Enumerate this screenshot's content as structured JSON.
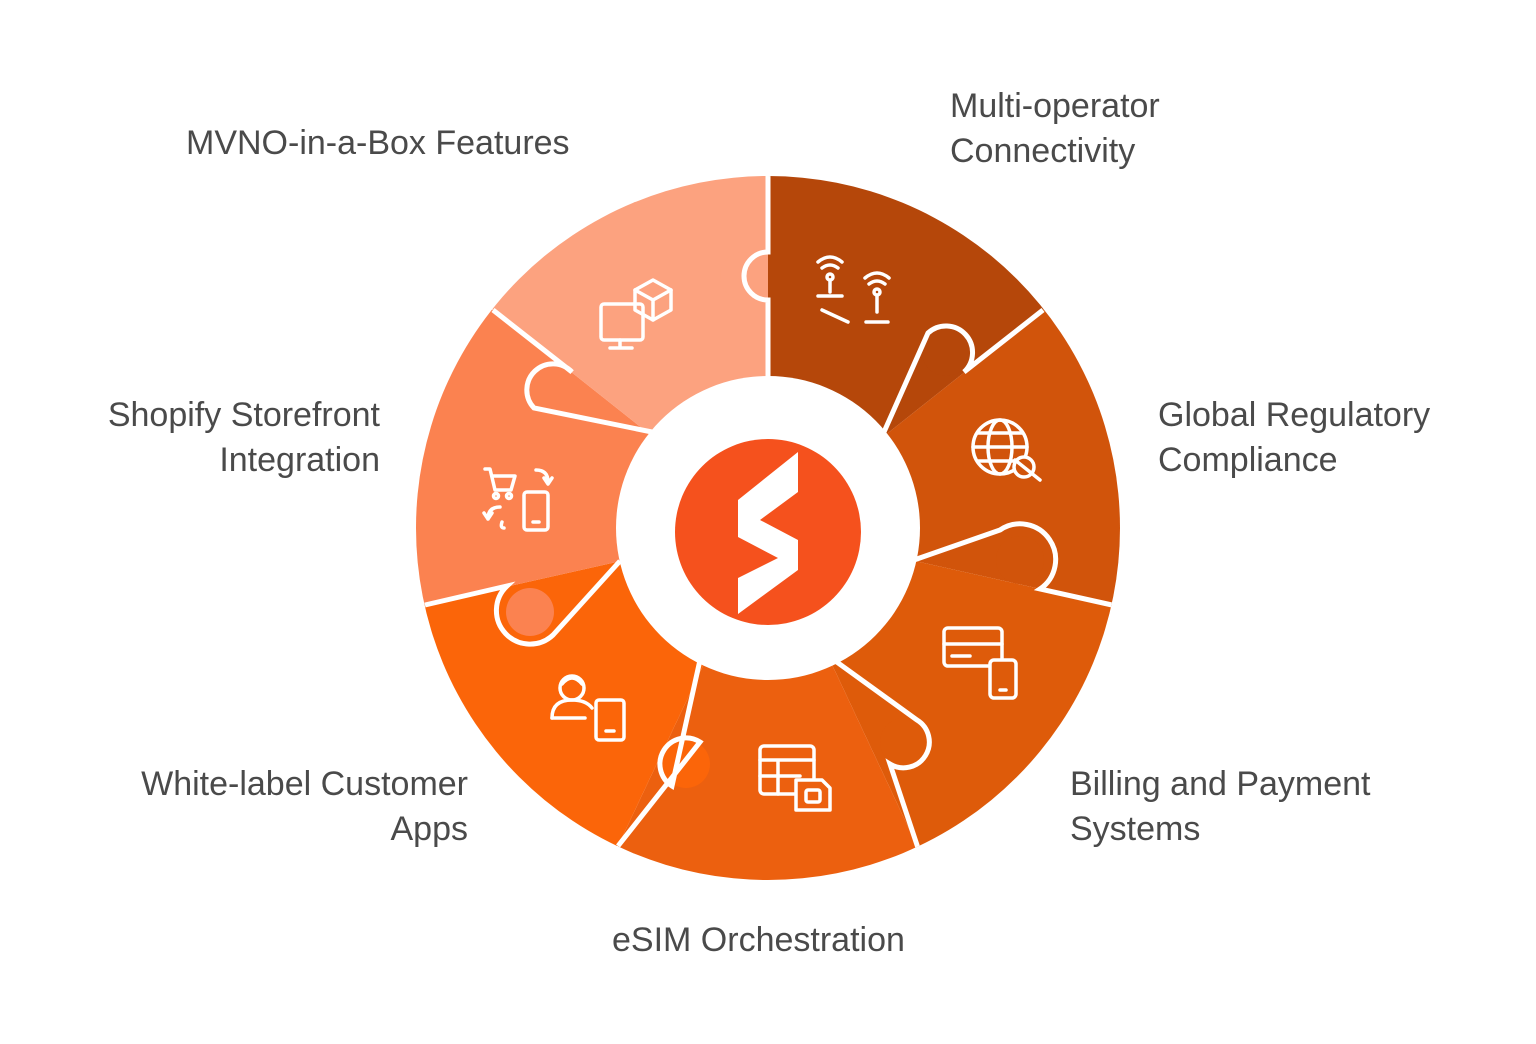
{
  "labels": {
    "mvno": "MVNO-in-a-Box Features",
    "multi_operator": [
      "Multi-operator",
      "Connectivity"
    ],
    "regulatory": [
      "Global Regulatory",
      "Compliance"
    ],
    "billing": [
      "Billing and Payment",
      "Systems"
    ],
    "esim": "eSIM Orchestration",
    "white_label": [
      "White-label Customer",
      "Apps"
    ],
    "shopify": [
      "Shopify Storefront",
      "Integration"
    ]
  },
  "segments": [
    {
      "id": "multi-operator-connectivity",
      "color": "#b5470a",
      "icon": "antenna-signal-icon"
    },
    {
      "id": "global-regulatory-compliance",
      "color": "#d1540b",
      "icon": "globe-crossed-icon"
    },
    {
      "id": "billing-and-payment-systems",
      "color": "#de5b0a",
      "icon": "card-and-phone-icon"
    },
    {
      "id": "esim-orchestration",
      "color": "#ec600f",
      "icon": "sim-table-icon"
    },
    {
      "id": "white-label-customer-apps",
      "color": "#fb6509",
      "icon": "user-and-device-icon"
    },
    {
      "id": "shopify-storefront-integration",
      "color": "#fb8250",
      "icon": "cart-and-phone-icon"
    },
    {
      "id": "mvno-in-a-box-features",
      "color": "#fca27f",
      "icon": "monitor-and-box-icon"
    }
  ],
  "center": {
    "logo_color": "#f5511d",
    "logo_icon": "s-logo-icon"
  }
}
